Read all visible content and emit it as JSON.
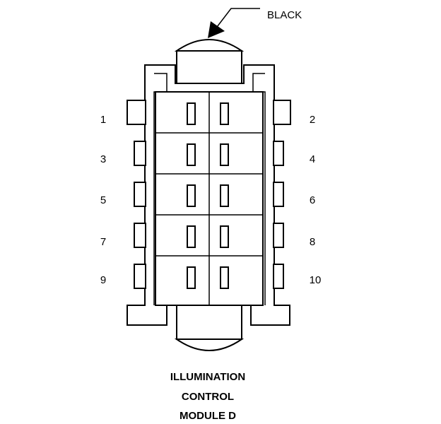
{
  "connector": {
    "color_label": "BLACK",
    "title_lines": [
      "ILLUMINATION",
      "CONTROL",
      "MODULE D"
    ],
    "pins_left": [
      "1",
      "3",
      "5",
      "7",
      "9"
    ],
    "pins_right": [
      "2",
      "4",
      "6",
      "8",
      "10"
    ]
  }
}
